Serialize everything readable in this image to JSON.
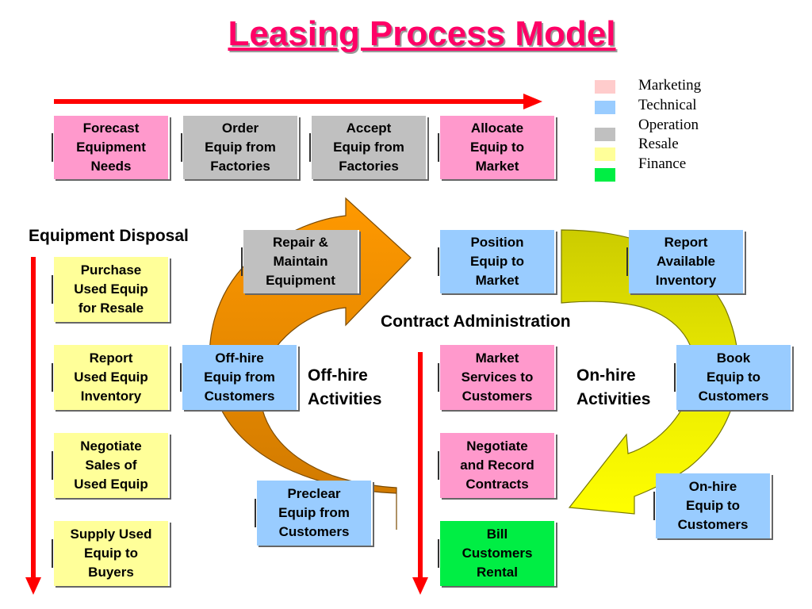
{
  "title": "Leasing Process Model",
  "legend": [
    {
      "label": "Marketing",
      "color": "#ffcccc"
    },
    {
      "label": "Technical",
      "color": "#99ccff"
    },
    {
      "label": "Operation",
      "color": "#c0c0c0"
    },
    {
      "label": "Resale",
      "color": "#ffff99"
    },
    {
      "label": "Finance",
      "color": "#00ee44"
    }
  ],
  "top_row": [
    {
      "text": "Forecast\nEquipment\nNeeds",
      "role": "marketing"
    },
    {
      "text": "Order\nEquip from\nFactories",
      "role": "operation"
    },
    {
      "text": "Accept\nEquip from\nFactories",
      "role": "operation"
    },
    {
      "text": "Allocate\nEquip to\nMarket",
      "role": "marketing"
    }
  ],
  "disposal": {
    "heading": "Equipment Disposal",
    "steps": [
      "Purchase\nUsed Equip\nfor Resale",
      "Report\nUsed Equip\nInventory",
      "Negotiate\nSales of\nUsed Equip",
      "Supply Used\nEquip to\nBuyers"
    ]
  },
  "off_hire": {
    "label": "Off-hire\nActivities",
    "repair": "Repair &\nMaintain\nEquipment",
    "off_hire_box": "Off-hire\nEquip from\nCustomers",
    "preclear": "Preclear\nEquip from\nCustomers"
  },
  "contract": {
    "heading": "Contract Administration",
    "position": "Position\nEquip to\nMarket",
    "market_services": "Market\nServices to\nCustomers",
    "negotiate": "Negotiate\nand Record\nContracts",
    "bill": "Bill\nCustomers\nRental"
  },
  "on_hire": {
    "label": "On-hire\nActivities",
    "report": "Report\nAvailable\nInventory",
    "book": "Book\nEquip to\nCustomers",
    "on_hire_box": "On-hire\nEquip to\nCustomers"
  }
}
